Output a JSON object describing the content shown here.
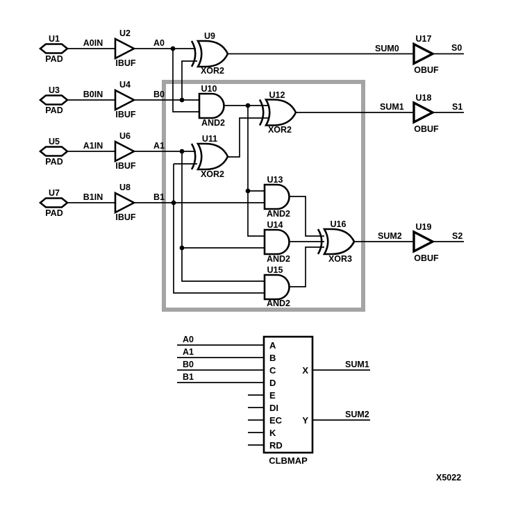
{
  "figure_label": "X5022",
  "colors": {
    "background": "#ffffff",
    "wire": "#000000",
    "clb_boundary_box": "#a4a4a4"
  },
  "adder": {
    "pads": [
      {
        "ref": "U1",
        "type": "PAD",
        "net": "A0IN"
      },
      {
        "ref": "U3",
        "type": "PAD",
        "net": "B0IN"
      },
      {
        "ref": "U5",
        "type": "PAD",
        "net": "A1IN"
      },
      {
        "ref": "U7",
        "type": "PAD",
        "net": "B1IN"
      }
    ],
    "ibufs": [
      {
        "ref": "U2",
        "type": "IBUF",
        "net": "A0"
      },
      {
        "ref": "U4",
        "type": "IBUF",
        "net": "B0"
      },
      {
        "ref": "U6",
        "type": "IBUF",
        "net": "A1"
      },
      {
        "ref": "U8",
        "type": "IBUF",
        "net": "B1"
      }
    ],
    "gates": [
      {
        "ref": "U9",
        "type": "XOR2"
      },
      {
        "ref": "U10",
        "type": "AND2"
      },
      {
        "ref": "U11",
        "type": "XOR2"
      },
      {
        "ref": "U12",
        "type": "XOR2"
      },
      {
        "ref": "U13",
        "type": "AND2"
      },
      {
        "ref": "U14",
        "type": "AND2"
      },
      {
        "ref": "U15",
        "type": "AND2"
      },
      {
        "ref": "U16",
        "type": "XOR3"
      }
    ],
    "obufs": [
      {
        "ref": "U17",
        "type": "OBUF",
        "net_in": "SUM0",
        "net_out": "S0"
      },
      {
        "ref": "U18",
        "type": "OBUF",
        "net_in": "SUM1",
        "net_out": "S1"
      },
      {
        "ref": "U19",
        "type": "OBUF",
        "net_in": "SUM2",
        "net_out": "S2"
      }
    ]
  },
  "clbmap": {
    "label": "CLBMAP",
    "left_pins": [
      "A",
      "B",
      "C",
      "D",
      "E",
      "DI",
      "EC",
      "K",
      "RD"
    ],
    "right_pins": [
      "X",
      "Y"
    ],
    "input_nets": [
      "A0",
      "A1",
      "B0",
      "B1"
    ],
    "output_nets": [
      "SUM1",
      "SUM2"
    ]
  }
}
